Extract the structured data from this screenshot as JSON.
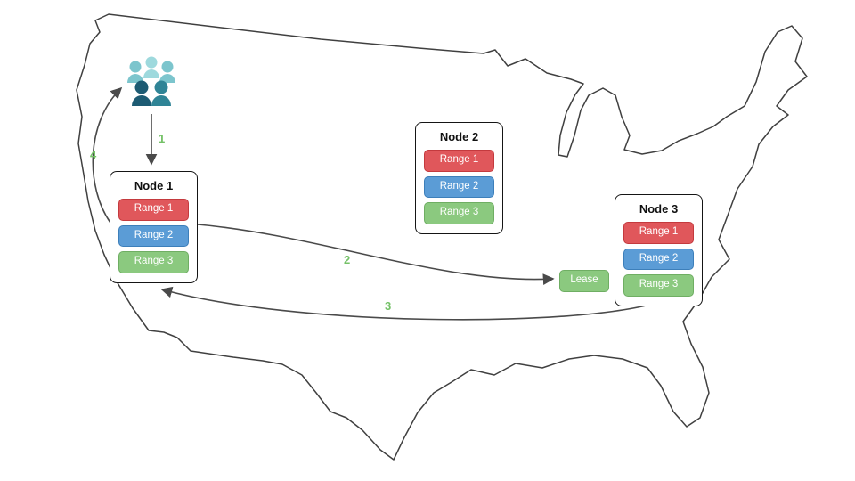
{
  "nodes": [
    {
      "title": "Node 1",
      "ranges": [
        "Range 1",
        "Range 2",
        "Range 3"
      ]
    },
    {
      "title": "Node 2",
      "ranges": [
        "Range 1",
        "Range 2",
        "Range 3"
      ]
    },
    {
      "title": "Node 3",
      "ranges": [
        "Range 1",
        "Range 2",
        "Range 3"
      ]
    }
  ],
  "lease": {
    "label": "Lease"
  },
  "steps": [
    {
      "label": "1"
    },
    {
      "label": "2"
    },
    {
      "label": "3"
    },
    {
      "label": "4"
    }
  ],
  "icons": {
    "users_group": "users-group-icon"
  },
  "colors": {
    "range1": "#e0575b",
    "range2": "#5b9cd6",
    "range3": "#8bc97f",
    "lease": "#8bc97f",
    "step_label": "#74c167",
    "map_outline": "#404040",
    "arrow": "#4a4a4a",
    "users_light": "#9ed9dd",
    "users_mid": "#5fb3c0",
    "users_dark": "#1d5b73"
  }
}
